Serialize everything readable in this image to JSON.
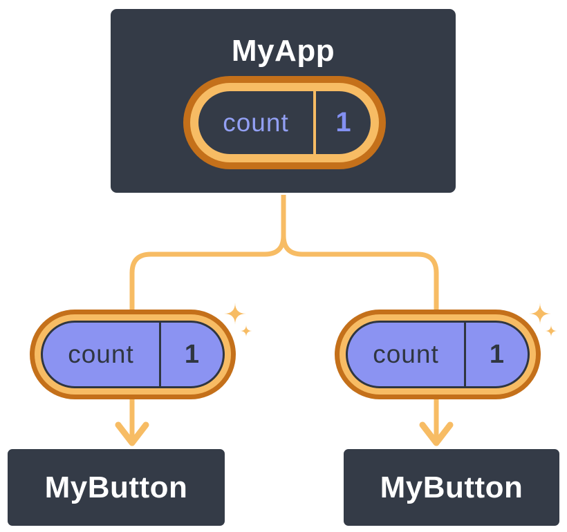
{
  "diagram": {
    "root": {
      "title": "MyApp",
      "state": {
        "label": "count",
        "value": "1"
      }
    },
    "children": [
      {
        "title": "MyButton",
        "prop": {
          "label": "count",
          "value": "1"
        }
      },
      {
        "title": "MyButton",
        "prop": {
          "label": "count",
          "value": "1"
        }
      }
    ]
  },
  "icons": {
    "sparkle": "four-point-star",
    "arrow": "arrow-down"
  },
  "colors": {
    "background": "#FFFFFF",
    "box_fill": "#343B47",
    "box_border": "#FFFFFF",
    "orange_dark": "#C4701A",
    "orange_light": "#F7BC64",
    "purple_fill": "#8B93F2",
    "ink": "#2F3640",
    "title_text": "#FFFFFF",
    "purple_label": "#93A0F4",
    "purple_value": "#8390F2"
  }
}
